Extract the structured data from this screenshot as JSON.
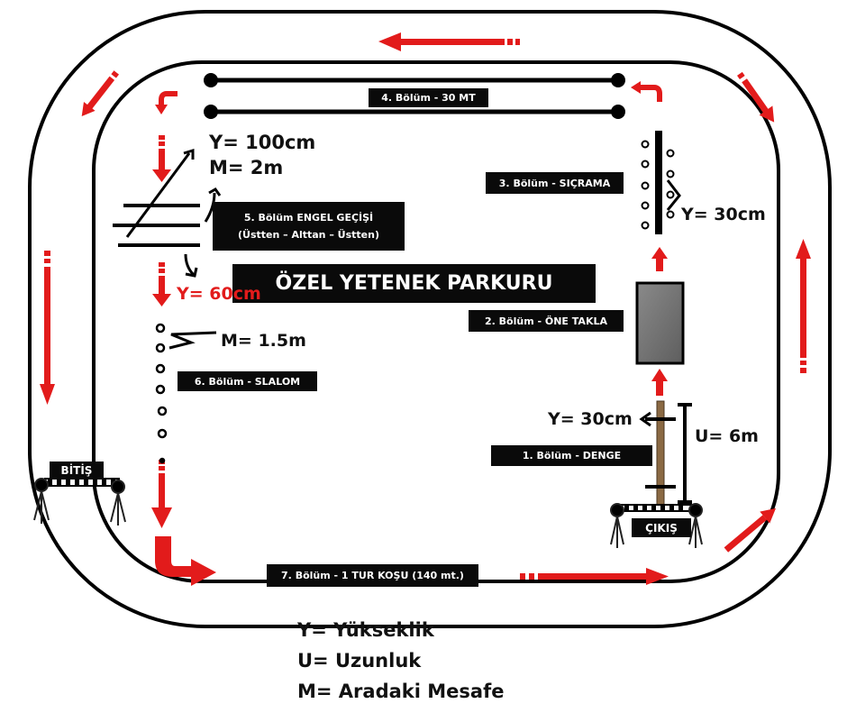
{
  "title": "ÖZEL YETENEK PARKURU",
  "sections": {
    "s1": "1. Bölüm - DENGE",
    "s2": "2. Bölüm - ÖNE TAKLA",
    "s3": "3. Bölüm - SIÇRAMA",
    "s4": "4. Bölüm - 30 MT",
    "s5_line1": "5. Bölüm ENGEL GEÇİŞİ",
    "s5_line2": "(Üstten – Alttan – Üstten)",
    "s6": "6. Bölüm -  SLALOM",
    "s7": "7. Bölüm  -  1 TUR KOŞU (140 mt.)"
  },
  "start_label": "ÇIKIŞ",
  "finish_label": "BİTİŞ",
  "measures": {
    "y100": "Y= 100cm",
    "m2": "M= 2m",
    "y60": "Y= 60cm",
    "m15": "M= 1.5m",
    "y30_jump": "Y= 30cm",
    "y30_beam": "Y= 30cm",
    "u6": "U= 6m"
  },
  "legend": {
    "y": "Y= Yükseklik",
    "u": "U= Uzunluk",
    "m": "M= Aradaki Mesafe"
  },
  "colors": {
    "arrow": "#e21b1b",
    "label_bg": "#0a0a0a",
    "mat": "#6e6e6e",
    "beam": "#8b6a44"
  }
}
